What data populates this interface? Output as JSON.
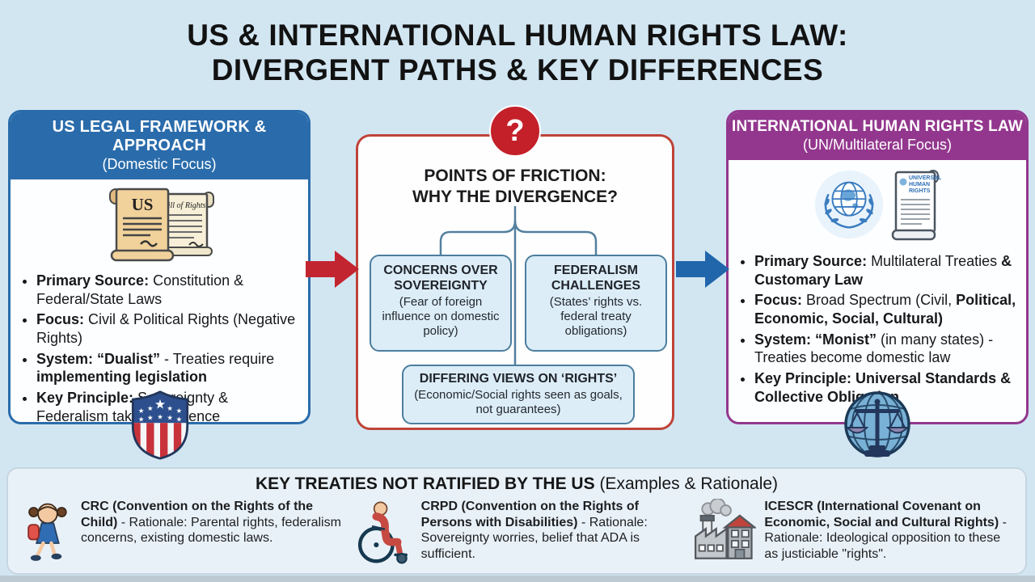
{
  "title": {
    "line1": "US & INTERNATIONAL HUMAN RIGHTS LAW:",
    "line2": "DIVERGENT PATHS & KEY DIFFERENCES"
  },
  "left_panel": {
    "header": "US LEGAL FRAMEWORK & APPROACH",
    "subheader": "(Domestic Focus)",
    "accent_color": "#2a6cab",
    "icon_labels": {
      "scroll_us": "US",
      "scroll_bill": "Bill of Rights"
    },
    "bullets": [
      {
        "segments": [
          {
            "text": "Primary Source:",
            "bold": true
          },
          {
            "text": " Constitution & Federal/State Laws",
            "bold": false
          }
        ]
      },
      {
        "segments": [
          {
            "text": "Focus:",
            "bold": true
          },
          {
            "text": " Civil & Political Rights (Negative Rights)",
            "bold": false
          }
        ]
      },
      {
        "segments": [
          {
            "text": "System: “Dualist”",
            "bold": true
          },
          {
            "text": " - Treaties require ",
            "bold": false
          },
          {
            "text": "implementing legislation",
            "bold": true
          }
        ]
      },
      {
        "segments": [
          {
            "text": "Key Principle:",
            "bold": true
          },
          {
            "text": " Sovereignty & Federalism take precedence",
            "bold": false
          }
        ]
      }
    ]
  },
  "friction": {
    "qmark": "?",
    "title_line1": "POINTS OF FRICTION:",
    "title_line2": "WHY THE DIVERGENCE?",
    "accent_color": "#bf4338",
    "qmark_color": "#c4202a",
    "boxes": [
      {
        "title": "CONCERNS OVER SOVEREIGNTY",
        "detail": "(Fear of foreign influence on domestic policy)"
      },
      {
        "title": "FEDERALISM CHALLENGES",
        "detail": "(States’ rights vs. federal treaty obligations)"
      },
      {
        "title": "DIFFERING VIEWS ON ‘RIGHTS’",
        "detail": "(Economic/Social rights seen as goals, not guarantees)"
      }
    ]
  },
  "right_panel": {
    "header": "INTERNATIONAL HUMAN RIGHTS LAW",
    "subheader": "(UN/Multilateral Focus)",
    "accent_color": "#93378e",
    "icon_labels": {
      "udhr_line1": "UNIVERSAL",
      "udhr_line2": "HUMAN",
      "udhr_line3": "RIGHTS"
    },
    "bullets": [
      {
        "segments": [
          {
            "text": "Primary Source:",
            "bold": true
          },
          {
            "text": " Multilateral Treaties ",
            "bold": false
          },
          {
            "text": "& Customary Law",
            "bold": true
          }
        ]
      },
      {
        "segments": [
          {
            "text": "Focus:",
            "bold": true
          },
          {
            "text": " Broad Spectrum (Civil, ",
            "bold": false
          },
          {
            "text": "Political, Economic, Social, Cultural)",
            "bold": true
          }
        ]
      },
      {
        "segments": [
          {
            "text": "System: “Monist”",
            "bold": true
          },
          {
            "text": " (in many states) - Treaties become domestic law",
            "bold": false
          }
        ]
      },
      {
        "segments": [
          {
            "text": "Key Principle: Universal Standards & Collective Obligation",
            "bold": true
          }
        ]
      }
    ]
  },
  "arrows": {
    "left_arrow_color": "#c32530",
    "right_arrow_color": "#2166ab"
  },
  "treaties": {
    "title_bold": "KEY TREATIES NOT RATIFIED BY THE US",
    "title_rest": " (Examples & Rationale)",
    "items": [
      {
        "icon": "child-icon",
        "name": "CRC (Convention on the Rights of the Child)",
        "rest": " - Rationale: Parental rights, federalism concerns, existing domestic laws."
      },
      {
        "icon": "wheelchair-icon",
        "name": "CRPD (Convention on the Rights of Persons with Disabilities)",
        "rest": " - Rationale: Sovereignty worries, belief that ADA is sufficient."
      },
      {
        "icon": "factory-icon",
        "name": "ICESCR (International Covenant on Economic, Social and Cultural Rights)",
        "rest": " - Rationale: Ideological opposition to these as justiciable \"rights\"."
      }
    ]
  }
}
